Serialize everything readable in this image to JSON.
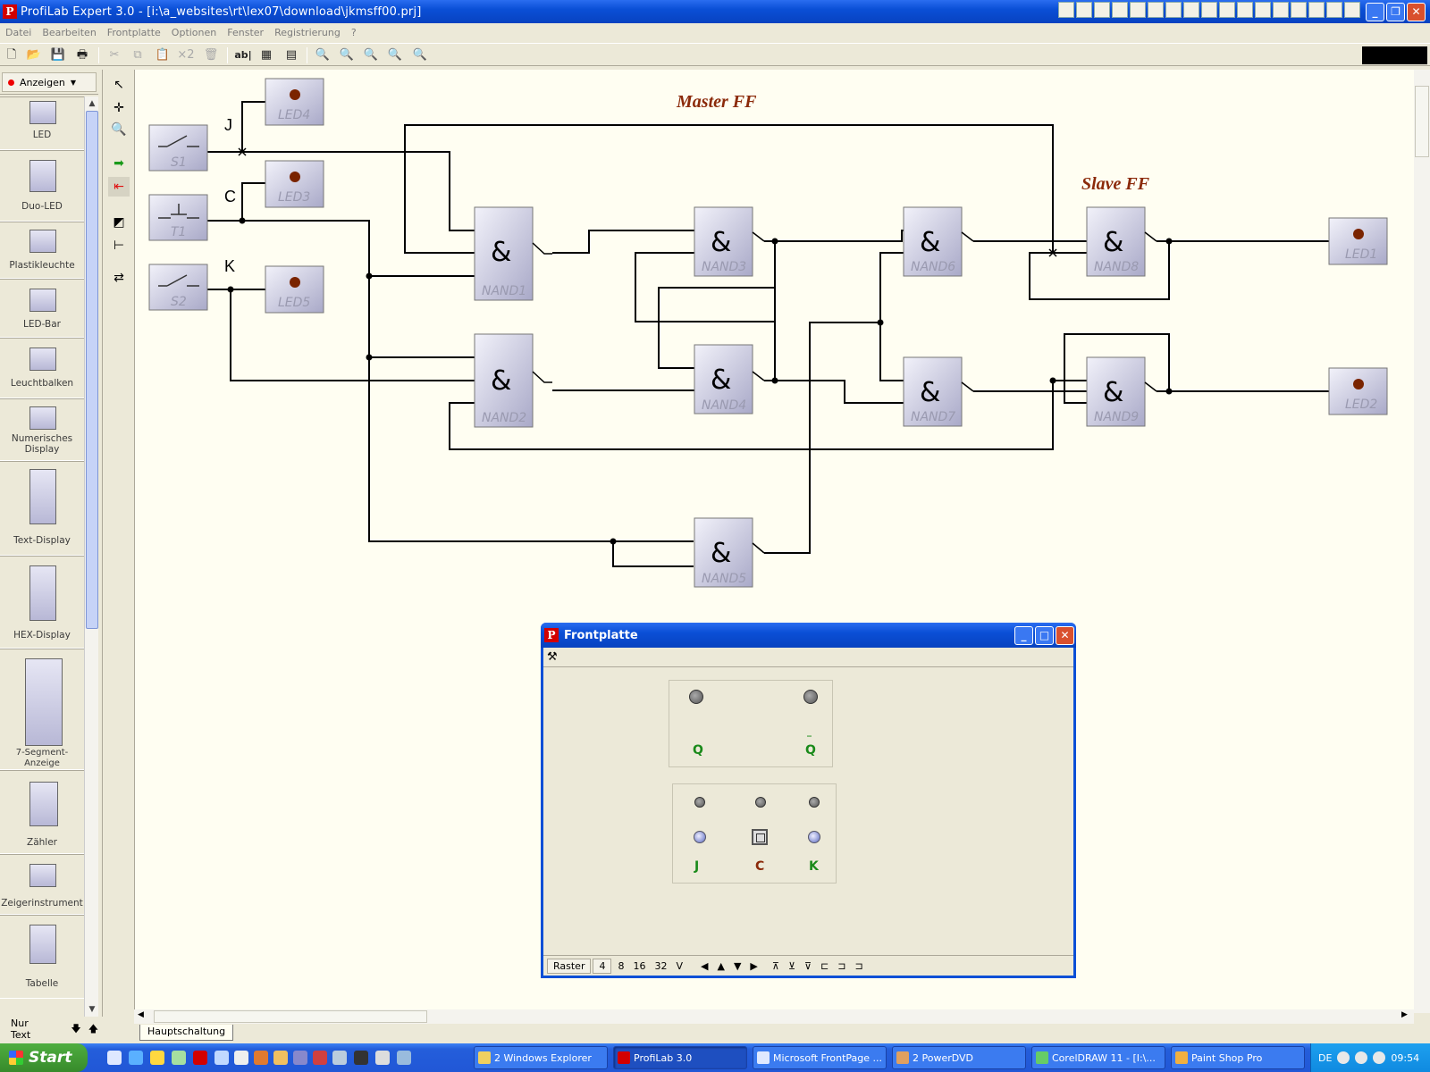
{
  "window": {
    "title": "ProfiLab Expert 3.0 - [i:\\a_websites\\rt\\lex07\\download\\jkmsff00.prj]"
  },
  "menu": [
    "Datei",
    "Bearbeiten",
    "Frontplatte",
    "Optionen",
    "Fenster",
    "Registrierung",
    "?"
  ],
  "toolbar": {
    "icons": [
      "new-icon",
      "open-icon",
      "save-icon",
      "print-icon",
      "cut-icon",
      "copy-icon",
      "paste-icon",
      "duplicate-icon",
      "delete-icon",
      "text-icon",
      "grid-icon",
      "table-icon",
      "zoom-in-icon",
      "zoom-out-icon",
      "zoom-icon",
      "zoom-fit-icon",
      "zoom-reset-icon"
    ],
    "duplicate_label": "×2",
    "text_label": "ab|"
  },
  "palette": {
    "dropdown_label": "Anzeigen",
    "items": [
      {
        "label": "LED",
        "tag": "LED0"
      },
      {
        "label": "Duo-LED",
        "tag": "DLED0"
      },
      {
        "label": "Plastikleuchte",
        "tag": "L40"
      },
      {
        "label": "LED-Bar",
        "tag": "LB0"
      },
      {
        "label": "Leuchtbalken",
        "tag": "LB0"
      },
      {
        "label": "Numerisches Display",
        "tag": "ND0"
      },
      {
        "label": "Text-Display",
        "tag": "TD0"
      },
      {
        "label": "HEX-Display",
        "tag": "HD0"
      },
      {
        "label": "7-Segment-Anzeige",
        "tag": "7Seg0"
      },
      {
        "label": "Zähler",
        "tag": "C00"
      },
      {
        "label": "Zeigerinstrument",
        "tag": "IM0"
      },
      {
        "label": "Tabelle",
        "tag": "TAB0"
      }
    ],
    "footer_label": "Nur Text"
  },
  "circuit": {
    "titles": {
      "master": "Master FF",
      "slave": "Slave FF"
    },
    "signal_labels": {
      "j": "J",
      "c": "C",
      "k": "K"
    },
    "gate_symbol": "&",
    "gates": [
      "NAND1",
      "NAND2",
      "NAND3",
      "NAND4",
      "NAND5",
      "NAND6",
      "NAND7",
      "NAND8",
      "NAND9"
    ],
    "inputs": [
      "S1",
      "T1",
      "S2"
    ],
    "leds": [
      "LED4",
      "LED3",
      "LED5",
      "LED1",
      "LED2"
    ]
  },
  "sheet_tab": "Hauptschaltung",
  "frontplatte": {
    "title": "Frontplatte",
    "outputs": {
      "q": "Q",
      "q_bar_overline": "_",
      "q_bar": "Q"
    },
    "inputs": {
      "j": "J",
      "c": "C",
      "k": "K"
    },
    "colors": {
      "green": "#1a8a1a",
      "brown": "#8b2a0a"
    },
    "status": {
      "raster_label": "Raster",
      "grid_values": [
        "4",
        "8",
        "16",
        "32"
      ],
      "v_label": "V"
    }
  },
  "taskbar": {
    "start_label": "Start",
    "tasks": [
      "2 Windows Explorer",
      "ProfiLab 3.0",
      "Microsoft FrontPage ...",
      "2 PowerDVD",
      "CorelDRAW 11 - [I:\\...",
      "Paint Shop Pro"
    ],
    "language": "DE",
    "clock": "09:54"
  }
}
